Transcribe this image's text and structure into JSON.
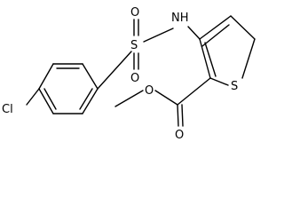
{
  "molecule": {
    "atoms": {
      "chlorine": "Cl",
      "sulfonyl_sulfur": "S",
      "sulfonyl_oxygen_top": "O",
      "sulfonyl_oxygen_bottom": "O",
      "amine": "NH",
      "thiophene_sulfur": "S",
      "carbonyl_oxygen": "O",
      "ester_oxygen": "O"
    }
  }
}
